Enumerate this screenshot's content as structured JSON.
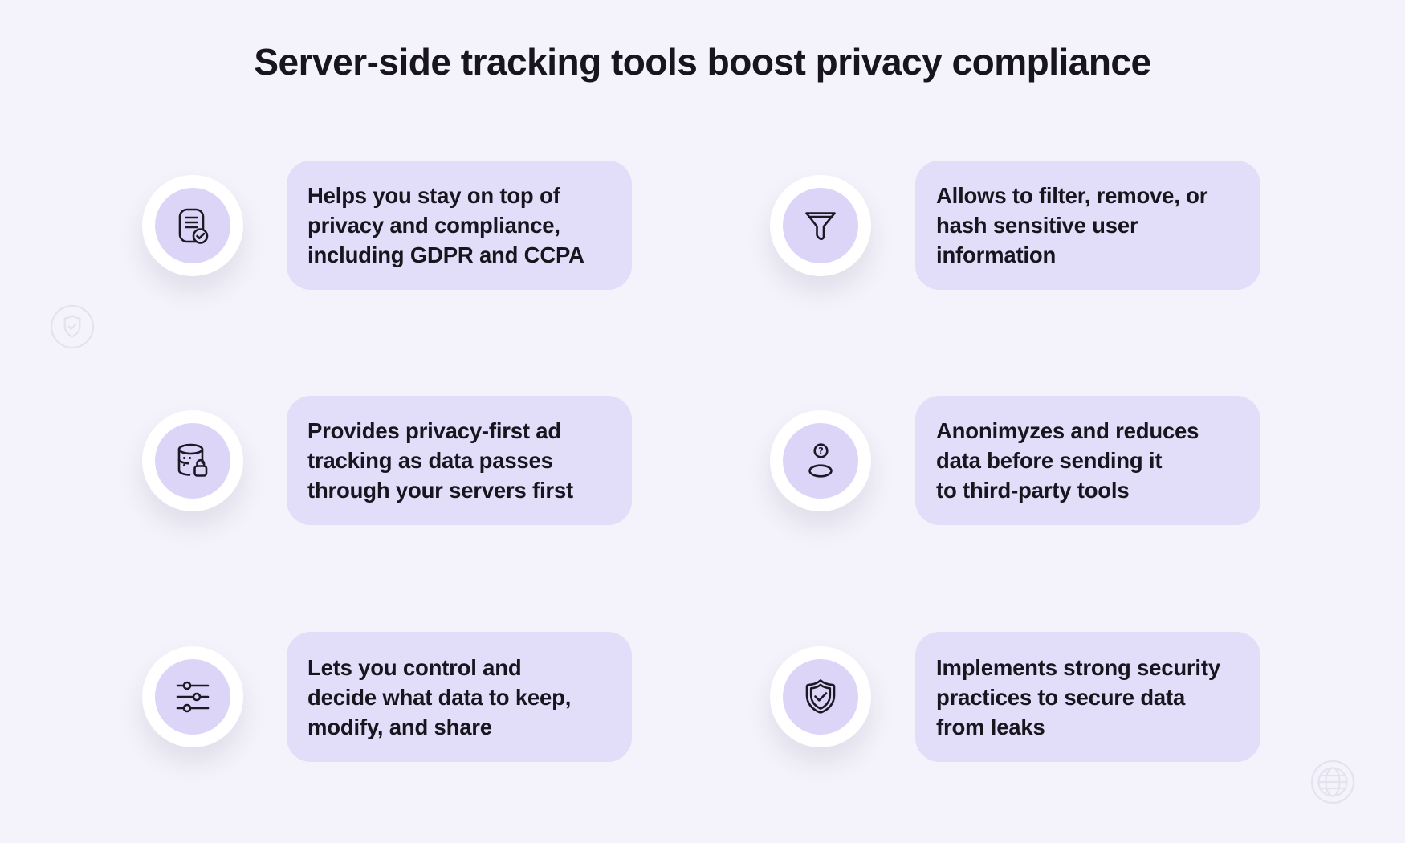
{
  "title": "Server-side tracking tools boost privacy compliance",
  "theme": {
    "background": "#F4F3FB",
    "bubble_bg": "#E2DDF8",
    "icon_circle_bg": "#DCD5F7",
    "icon_ring_bg": "#FFFFFF",
    "text_color": "#18151F",
    "icon_stroke": "#1C1925",
    "watermark_stroke": "#E3E2EF"
  },
  "features": [
    {
      "icon": "document-check-icon",
      "text": "Helps you stay on top of\nprivacy and compliance,\nincluding GDPR and CCPA"
    },
    {
      "icon": "filter-funnel-icon",
      "text": "Allows to filter, remove, or\nhash sensitive user\ninformation"
    },
    {
      "icon": "database-lock-icon",
      "text": "Provides privacy-first ad\ntracking as data passes\nthrough your servers first"
    },
    {
      "icon": "anonymous-user-icon",
      "text": "Anonimyzes and reduces\ndata before sending it\nto third-party tools"
    },
    {
      "icon": "data-sliders-icon",
      "text": "Lets you control and\ndecide what data to keep,\nmodify, and share"
    },
    {
      "icon": "shield-check-icon",
      "text": "Implements strong security\npractices to secure data\nfrom leaks"
    }
  ],
  "watermarks": [
    {
      "icon": "shield-watermark-icon"
    },
    {
      "icon": "globe-watermark-icon"
    }
  ]
}
